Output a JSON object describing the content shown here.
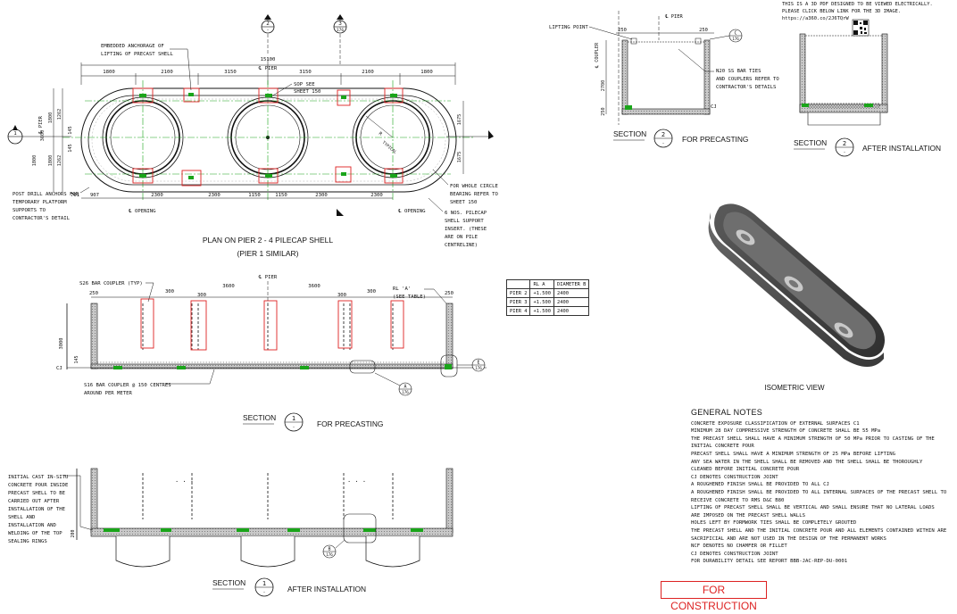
{
  "plan": {
    "section_a_bubble_top": "2",
    "section_a_bubble_bottom": "-",
    "section_b_bubble_top": "3",
    "section_b_bubble_bottom": "176",
    "overall_dim": "15100",
    "dims_top": [
      "1800",
      "2100",
      "3150",
      "3150",
      "2100",
      "1800"
    ],
    "dims_bottom": [
      "761",
      "907",
      "2300",
      "2300",
      "1150",
      "1150",
      "2300",
      "2300"
    ],
    "dims_left": [
      "1800",
      "1262",
      "145",
      "1800",
      "3600",
      "145",
      "1262",
      "1800"
    ],
    "dims_right": [
      "1675",
      "1675"
    ],
    "radius_label": "R",
    "radius_label_typical": "TYPICAL",
    "label_embedded": "EMBEDDED ANCHORAGE OF\nLIFTING OF PRECAST SHELL",
    "label_pier_top": "℄ PIER",
    "label_pier_left": "℄ PIER",
    "label_sop": "SOP SEE\nSHEET 150",
    "label_post_drill": "POST DRILL ANCHORS FOR\nTEMPORARY PLATFORM\nSUPPORTS TO\nCONTRACTOR'S DETAIL",
    "label_opening_left": "℄ OPENING",
    "label_opening_right": "℄ OPENING",
    "label_whole_circle": "FOR WHOLE CIRCLE\nBEARING REFER TO\nSHEET 150",
    "label_support_insert": "6 NOS. PILECAP\nSHELL SUPPORT\nINSERT. (THESE\nARE ON PILE\nCENTRELINE)",
    "title": "PLAN ON PIER 2 - 4 PILECAP SHELL",
    "subtitle": "(PIER 1 SIMILAR)"
  },
  "section1_precast": {
    "label_coupler": "S26 BAR COUPLER (TYP)",
    "label_pier": "℄ PIER",
    "label_rl": "RL 'A'\n(SEE TABLE)",
    "dims": [
      "250",
      "300",
      "300",
      "3600",
      "3600",
      "300",
      "300",
      "250"
    ],
    "dim_height": "3000",
    "dim_small": "145",
    "label_cj": "CJ",
    "label_s16": "S16 BAR COUPLER @ 150 CENTRES\nAROUND PER METER",
    "bubble_e": "E",
    "bubble_e_sub": "176",
    "bubble_a": "A",
    "bubble_a_sub": "176",
    "section_label": "SECTION",
    "section_num": "1",
    "section_sub": "-",
    "section_suffix": "FOR PRECASTING"
  },
  "rl_table": {
    "headers": [
      "",
      "RL A",
      "DIAMETER B"
    ],
    "rows": [
      [
        "PIER 2",
        "+1.500",
        "2400"
      ],
      [
        "PIER 3",
        "+1.500",
        "2400"
      ],
      [
        "PIER 4",
        "+1.500",
        "2400"
      ]
    ]
  },
  "section1_after": {
    "label_initial": "INITIAL CAST IN-SITU\nCONCRETE POUR INSIDE\nPRECAST SHELL TO BE\nCARRIED OUT AFTER\nINSTALLATION OF THE\nSHELL AND\nINSTALLATION AND\nWELDING OF THE TOP\nSEALING RINGS",
    "dim_small": "200",
    "bubble_b": "B",
    "bubble_b_sub": "176",
    "section_label": "SECTION",
    "section_num": "1",
    "section_sub": "-",
    "section_suffix": "AFTER INSTALLATION"
  },
  "section2_precast": {
    "label_pier": "℄ PIER",
    "label_lifting": "LIFTING POINT",
    "label_coupler": "℄ COUPLER",
    "dims_top": [
      "250",
      "250"
    ],
    "dims_left": [
      "2700",
      "250"
    ],
    "bubble_c": "C",
    "bubble_c_sub": "176",
    "label_n20": "N20 SS BAR TIES\nAND COUPLERS REFER TO\nCONTRACTOR'S DETAILS",
    "label_cj": "CJ",
    "section_label": "SECTION",
    "section_num": "2",
    "section_sub": "-",
    "section_suffix": "FOR PRECASTING"
  },
  "section2_after": {
    "section_label": "SECTION",
    "section_num": "2",
    "section_sub": "-",
    "section_suffix": "AFTER INSTALLATION"
  },
  "pdf_note": {
    "line1": "THIS IS A 3D PDF DESIGNED TO BE VIEWED ELECTRICALLY.",
    "line2": "PLEASE CLICK BELOW LINK FOR THE 3D IMAGE.",
    "line3": "https://a360.co/2J6TQrW"
  },
  "isometric": {
    "title": "ISOMETRIC VIEW"
  },
  "general_notes": {
    "title": "GENERAL NOTES",
    "lines": [
      "CONCRETE EXPOSURE CLASSIFICATION OF EXTERNAL SURFACES C1",
      "MINIMUM 28 DAY COMPRESSIVE STRENGTH OF CONCRETE SHALL BE 55 MPa",
      "THE PRECAST SHELL SHALL HAVE A MINIMUM STRENGTH OF 50 MPa PRIOR TO CASTING OF THE",
      "INITIAL CONCRETE POUR",
      "PRECAST SHELL SHALL HAVE A MINIMUM STRENGTH OF 25 MPa BEFORE LIFTING",
      "ANY SEA WATER IN THE SHELL SHALL BE REMOVED AND THE SHELL SHALL BE THOROUGHLY",
      "CLEANED BEFORE INITIAL CONCRETE POUR",
      "CJ DENOTES CONSTRUCTION JOINT",
      "A ROUGHENED FINISH SHALL BE PROVIDED TO ALL CJ",
      "A ROUGHENED FINISH SHALL BE PROVIDED TO ALL INTERNAL SURFACES OF THE PRECAST SHELL TO",
      "RECEIVE CONCRETE TO RMS D&C B80",
      "LIFTING OF PRECAST SHELL SHALL BE VERTICAL AND SHALL ENSURE THAT NO LATERAL LOADS",
      "ARE IMPOSED ON THE PRECAST SHELL WALLS",
      "HOLES LEFT BY FORMWORK TIES SHALL BE COMPLETELY GROUTED",
      "THE PRECAST SHELL AND THE INITIAL CONCRETE POUR AND ALL ELEMENTS CONTAINED WITHIN ARE",
      "SACRIFICIAL AND ARE NOT USED IN THE DESIGN OF THE PERMANENT WORKS",
      "NCF  DENOTES NO CHAMFER OR FILLET",
      "CJ   DENOTES CONSTRUCTION JOINT",
      "FOR DURABILITY DETAIL SEE REPORT BBB-JAC-REP-DU-0001"
    ]
  },
  "stamp": "FOR CONSTRUCTION",
  "colors": {
    "ink": "#111111",
    "red": "#d22222",
    "green": "#1aa51a",
    "concrete": "#b5b5b5"
  }
}
